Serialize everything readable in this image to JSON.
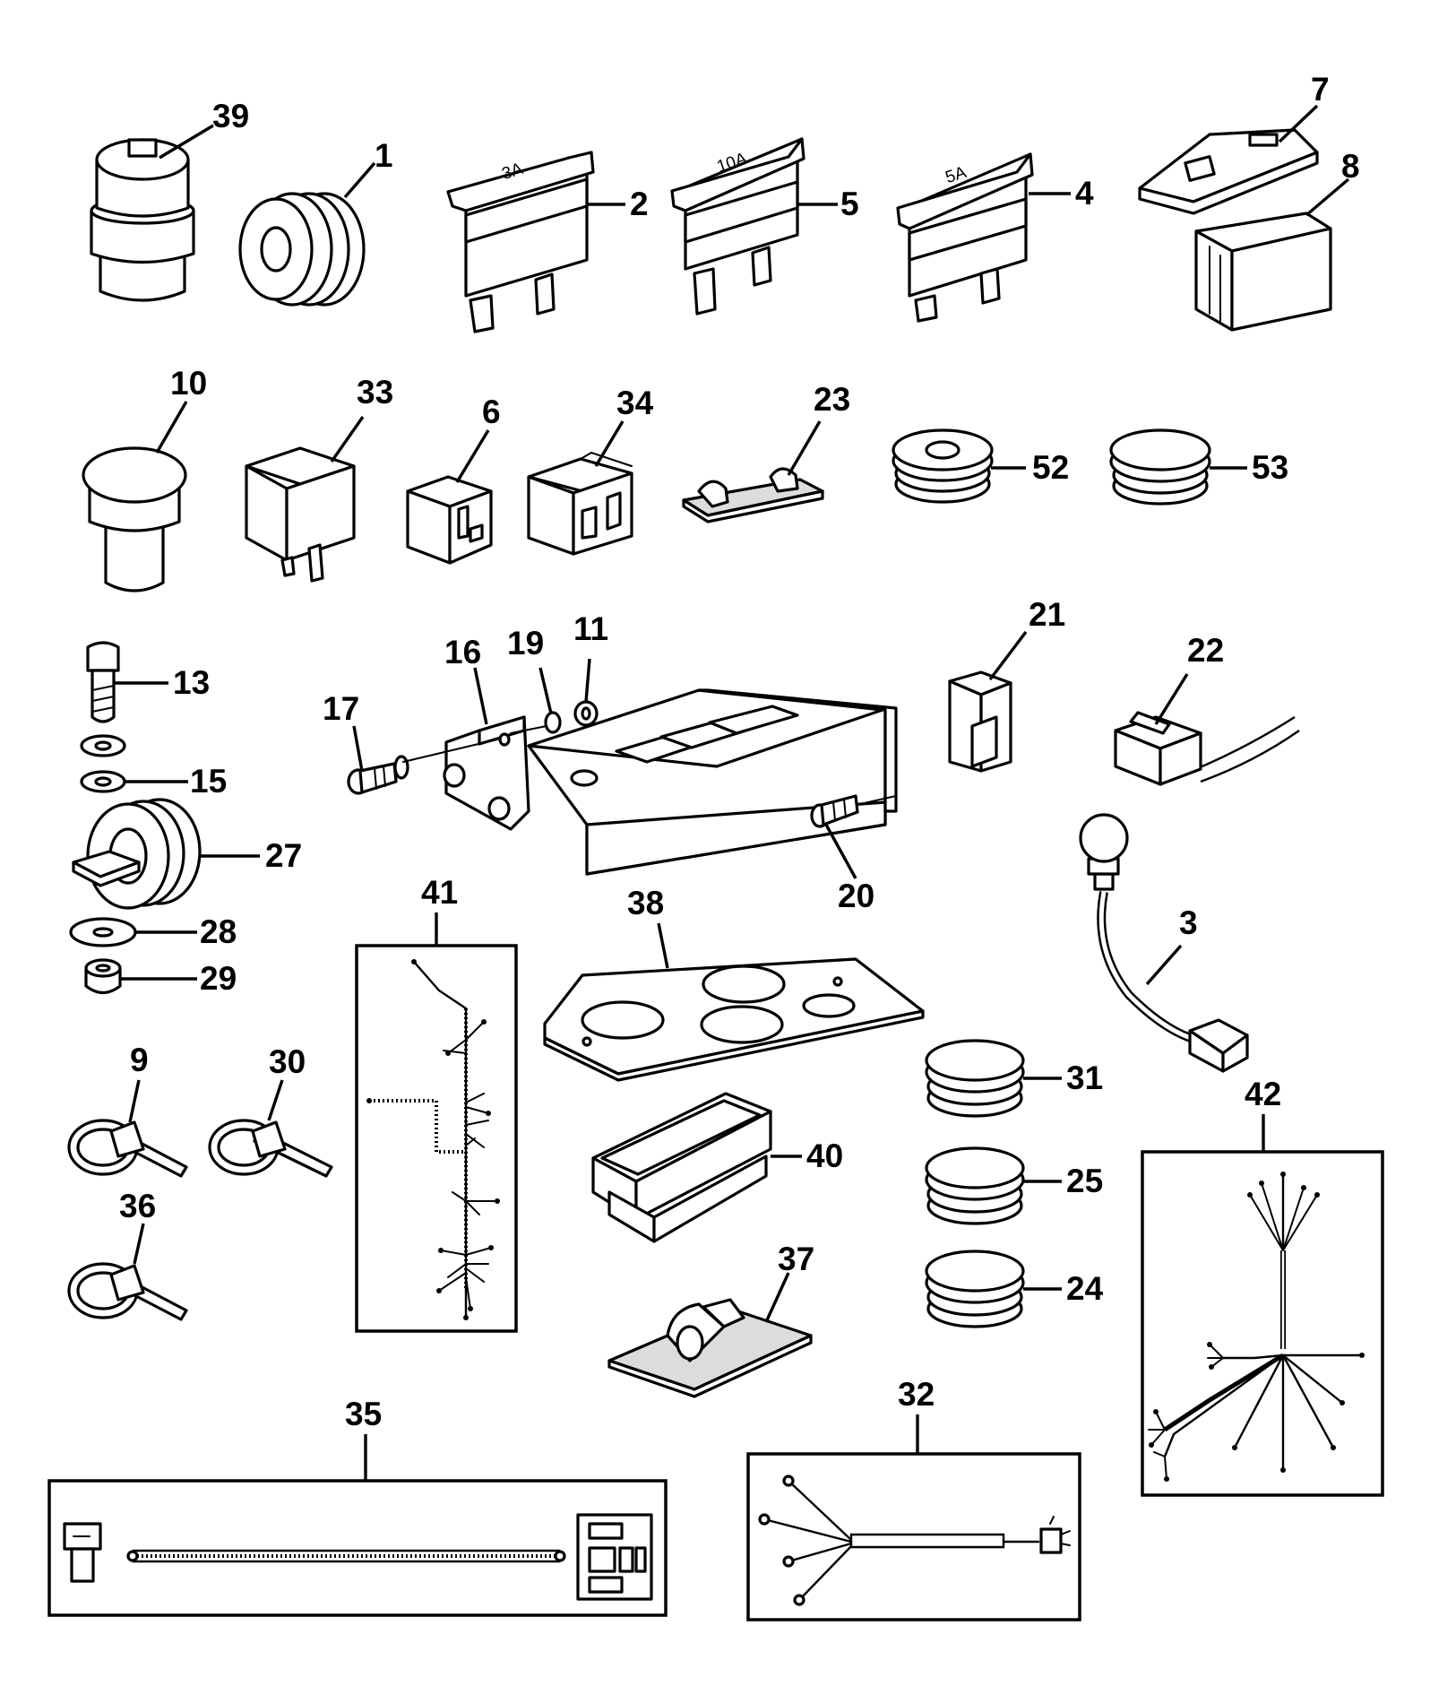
{
  "callouts": {
    "c39": "39",
    "c1": "1",
    "c2": "2",
    "c5": "5",
    "c4": "4",
    "c7": "7",
    "c8": "8",
    "c10": "10",
    "c33": "33",
    "c6": "6",
    "c34": "34",
    "c23": "23",
    "c52": "52",
    "c53": "53",
    "c13": "13",
    "c16": "16",
    "c19": "19",
    "c11": "11",
    "c17": "17",
    "c21": "21",
    "c22": "22",
    "c15": "15",
    "c27": "27",
    "c20": "20",
    "c28": "28",
    "c29": "29",
    "c41": "41",
    "c38": "38",
    "c3": "3",
    "c9": "9",
    "c30": "30",
    "c31": "31",
    "c42": "42",
    "c40": "40",
    "c25": "25",
    "c36": "36",
    "c37": "37",
    "c24": "24",
    "c35": "35",
    "c32": "32"
  },
  "fuse_ratings": {
    "f2": "3A",
    "f5": "10A",
    "f4": "5A"
  }
}
